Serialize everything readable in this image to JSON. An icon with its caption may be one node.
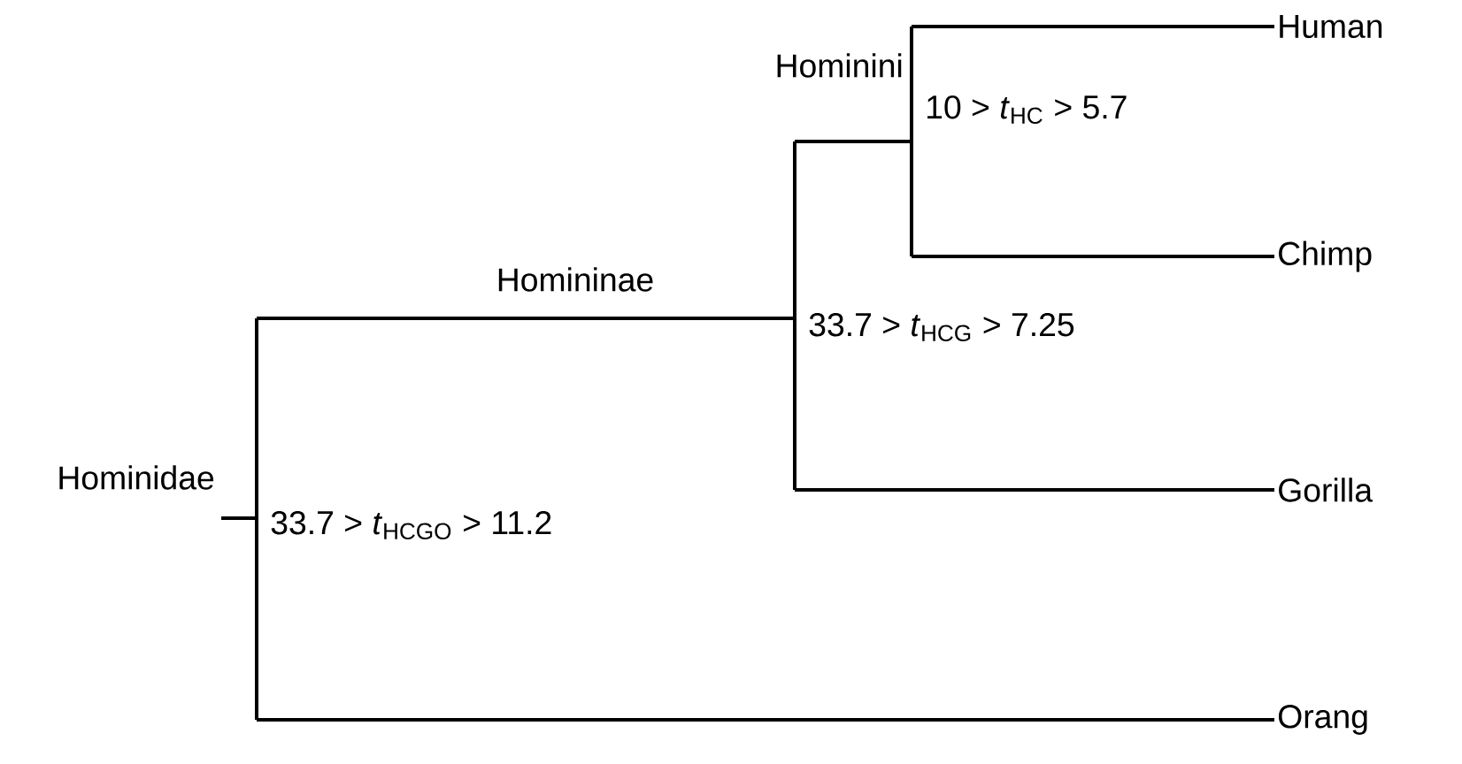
{
  "diagram": {
    "nodes": [
      {
        "text": [
          "Hominidae"
        ],
        "beside": [
          "33.7 > *t*$_{HCGO}$ > 11.2"
        ]
      },
      {
        "text": [
          "Homininae"
        ]
      },
      {
        "text": [
          "Hominini"
        ],
        "beside": [
          "10 > *t*$_{HC}$ > 5.7"
        ]
      },
      {
        "text": [
          "Human"
        ]
      },
      {
        "text": [
          "Chimp"
        ]
      },
      {
        "text": [
          "Gorilla"
        ]
      },
      {
        "text": [
          "Orang"
        ]
      }
    ],
    "edges": [
      {
        "from": 0,
        "to": 1,
        "arrow": "none"
      },
      {
        "from": 0,
        "to": 6,
        "arrow": "none"
      },
      {
        "from": 1,
        "to": 2,
        "arrow": "none"
      },
      {
        "from": 1,
        "to": 5,
        "arrow": "none"
      },
      {
        "from": 2,
        "to": 3,
        "arrow": "none"
      },
      {
        "from": 2,
        "to": 4,
        "arrow": "none"
      }
    ],
    "labels": [
      "33.7 > *t*$_{HCG}$ > 7.25"
    ]
  }
}
